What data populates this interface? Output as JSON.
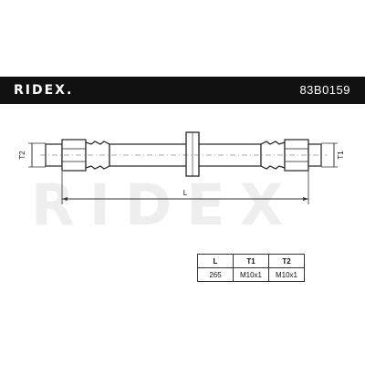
{
  "header": {
    "brand": "RIDEX.",
    "part_number": "83B0159",
    "background_color": "#111111"
  },
  "drawing": {
    "dimension_label": "L",
    "left_end_label": "T2",
    "right_end_label": "T1",
    "watermark_text": "RIDEX"
  },
  "spec_table": {
    "columns": [
      "L",
      "T1",
      "T2"
    ],
    "rows": [
      [
        "265",
        "M10x1",
        "M10x1"
      ]
    ]
  }
}
